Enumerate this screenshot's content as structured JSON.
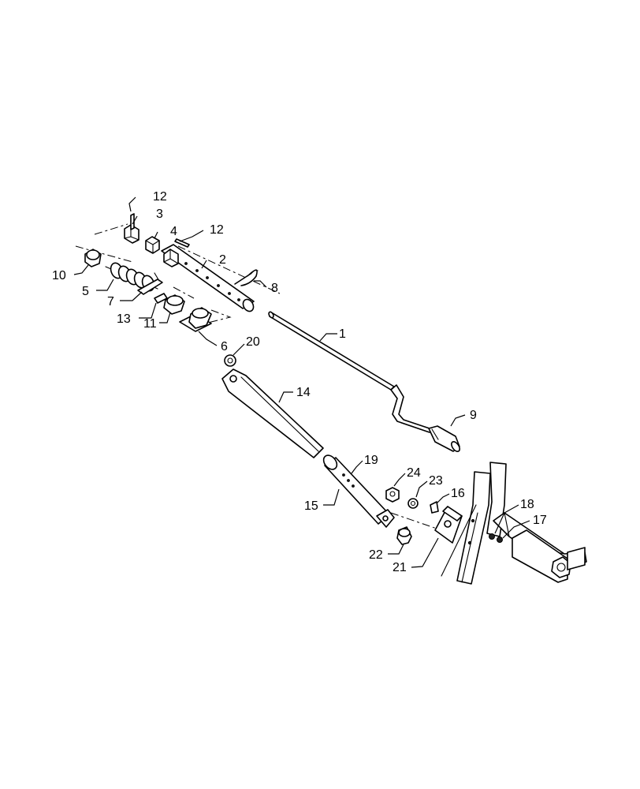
{
  "callouts": [
    {
      "id": "c1",
      "text": "1"
    },
    {
      "id": "c2",
      "text": "2"
    },
    {
      "id": "c3",
      "text": "3"
    },
    {
      "id": "c4",
      "text": "4"
    },
    {
      "id": "c5",
      "text": "5"
    },
    {
      "id": "c6",
      "text": "6"
    },
    {
      "id": "c7",
      "text": "7"
    },
    {
      "id": "c8",
      "text": "8"
    },
    {
      "id": "c9",
      "text": "9"
    },
    {
      "id": "c10",
      "text": "10"
    },
    {
      "id": "c11",
      "text": "11"
    },
    {
      "id": "c12a",
      "text": "12"
    },
    {
      "id": "c12b",
      "text": "12"
    },
    {
      "id": "c13",
      "text": "13"
    },
    {
      "id": "c14",
      "text": "14"
    },
    {
      "id": "c15",
      "text": "15"
    },
    {
      "id": "c16",
      "text": "16"
    },
    {
      "id": "c17",
      "text": "17"
    },
    {
      "id": "c18",
      "text": "18"
    },
    {
      "id": "c19",
      "text": "19"
    },
    {
      "id": "c20",
      "text": "20"
    },
    {
      "id": "c21",
      "text": "21"
    },
    {
      "id": "c22",
      "text": "22"
    },
    {
      "id": "c23",
      "text": "23"
    },
    {
      "id": "c24",
      "text": "24"
    }
  ]
}
